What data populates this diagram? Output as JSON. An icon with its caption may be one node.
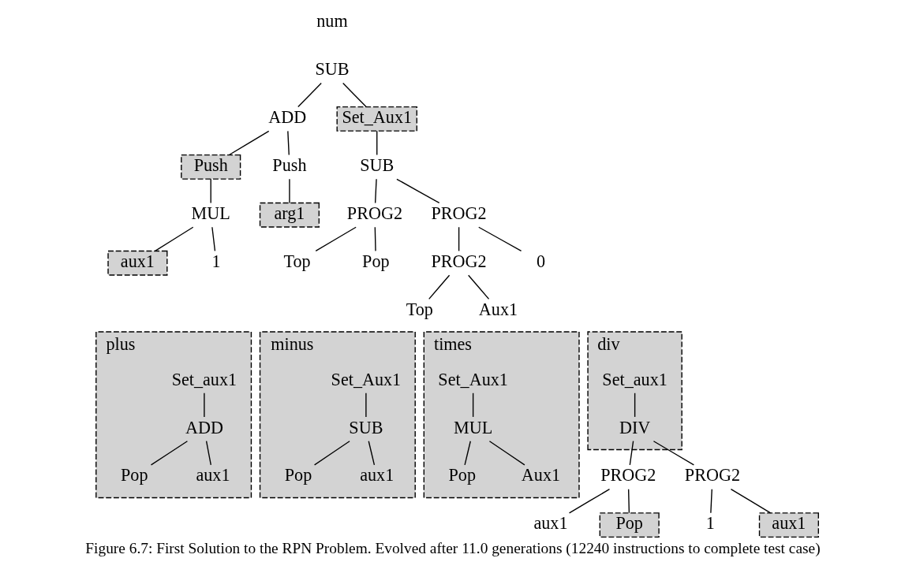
{
  "diagram": {
    "caption": "Figure 6.7: First Solution to the RPN Problem. Evolved after 11.0 generations (12240 instructions to complete test case)",
    "nodes": [
      {
        "text": [
          "SUB"
        ]
      },
      {
        "text": [
          "ADD"
        ]
      },
      {
        "text": [
          "Set_Aux1"
        ]
      },
      {
        "text": [
          "Push"
        ]
      },
      {
        "text": [
          "Push"
        ]
      },
      {
        "text": [
          "SUB"
        ]
      },
      {
        "text": [
          "MUL"
        ]
      },
      {
        "text": [
          "arg1"
        ]
      },
      {
        "text": [
          "PROG2"
        ]
      },
      {
        "text": [
          "PROG2"
        ]
      },
      {
        "text": [
          "aux1"
        ]
      },
      {
        "text": [
          "1"
        ]
      },
      {
        "text": [
          "Top"
        ]
      },
      {
        "text": [
          "Pop"
        ]
      },
      {
        "text": [
          "PROG2"
        ]
      },
      {
        "text": [
          "0"
        ]
      },
      {
        "text": [
          "Top"
        ]
      },
      {
        "text": [
          "Aux1"
        ]
      },
      {
        "text": [
          "plus"
        ]
      },
      {
        "text": [
          "Set_aux1"
        ],
        "in": 18
      },
      {
        "text": [
          "ADD"
        ],
        "in": 18
      },
      {
        "text": [
          "Pop"
        ],
        "in": 18
      },
      {
        "text": [
          "aux1"
        ],
        "in": 18
      },
      {
        "text": [
          "minus"
        ]
      },
      {
        "text": [
          "Set_Aux1"
        ],
        "in": 23
      },
      {
        "text": [
          "SUB"
        ],
        "in": 23
      },
      {
        "text": [
          "Pop"
        ],
        "in": 23
      },
      {
        "text": [
          "aux1"
        ],
        "in": 23
      },
      {
        "text": [
          "times"
        ]
      },
      {
        "text": [
          "Set_Aux1"
        ],
        "in": 28
      },
      {
        "text": [
          "MUL"
        ],
        "in": 28
      },
      {
        "text": [
          "Pop"
        ],
        "in": 28
      },
      {
        "text": [
          "Aux1"
        ],
        "in": 28
      },
      {
        "text": [
          "div"
        ]
      },
      {
        "text": [
          "Set_aux1"
        ],
        "in": 33
      },
      {
        "text": [
          "DIV"
        ],
        "in": 33
      },
      {
        "text": [
          "PROG2"
        ]
      },
      {
        "text": [
          "PROG2"
        ]
      },
      {
        "text": [
          "aux1"
        ]
      },
      {
        "text": [
          "Pop"
        ]
      },
      {
        "text": [
          "1"
        ]
      },
      {
        "text": [
          "aux1"
        ]
      }
    ],
    "edges": [
      {
        "from": 0,
        "to": 1,
        "arrow": "none"
      },
      {
        "from": 0,
        "to": 2,
        "arrow": "none"
      },
      {
        "from": 1,
        "to": 3,
        "arrow": "none"
      },
      {
        "from": 1,
        "to": 4,
        "arrow": "none"
      },
      {
        "from": 2,
        "to": 5,
        "arrow": "none"
      },
      {
        "from": 3,
        "to": 6,
        "arrow": "none"
      },
      {
        "from": 4,
        "to": 7,
        "arrow": "none"
      },
      {
        "from": 5,
        "to": 8,
        "arrow": "none"
      },
      {
        "from": 5,
        "to": 9,
        "arrow": "none"
      },
      {
        "from": 6,
        "to": 10,
        "arrow": "none"
      },
      {
        "from": 6,
        "to": 11,
        "arrow": "none"
      },
      {
        "from": 8,
        "to": 12,
        "arrow": "none"
      },
      {
        "from": 8,
        "to": 13,
        "arrow": "none"
      },
      {
        "from": 9,
        "to": 14,
        "arrow": "none"
      },
      {
        "from": 9,
        "to": 15,
        "arrow": "none"
      },
      {
        "from": 14,
        "to": 16,
        "arrow": "none"
      },
      {
        "from": 14,
        "to": 17,
        "arrow": "none"
      },
      {
        "from": 19,
        "to": 20,
        "arrow": "none"
      },
      {
        "from": 20,
        "to": 21,
        "arrow": "none"
      },
      {
        "from": 20,
        "to": 22,
        "arrow": "none"
      },
      {
        "from": 24,
        "to": 25,
        "arrow": "none"
      },
      {
        "from": 25,
        "to": 26,
        "arrow": "none"
      },
      {
        "from": 25,
        "to": 27,
        "arrow": "none"
      },
      {
        "from": 29,
        "to": 30,
        "arrow": "none"
      },
      {
        "from": 30,
        "to": 31,
        "arrow": "none"
      },
      {
        "from": 30,
        "to": 32,
        "arrow": "none"
      },
      {
        "from": 34,
        "to": 35,
        "arrow": "none"
      },
      {
        "from": 35,
        "to": 36,
        "arrow": "none"
      },
      {
        "from": 35,
        "to": 37,
        "arrow": "none"
      },
      {
        "from": 36,
        "to": 38,
        "arrow": "none"
      },
      {
        "from": 36,
        "to": 39,
        "arrow": "none"
      },
      {
        "from": 37,
        "to": 40,
        "arrow": "none"
      },
      {
        "from": 37,
        "to": 41,
        "arrow": "none"
      }
    ],
    "labels": [
      "num"
    ]
  }
}
